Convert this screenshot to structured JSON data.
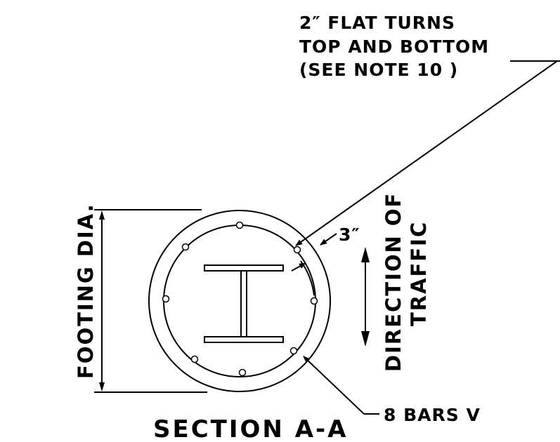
{
  "note": {
    "line1": "2″ FLAT TURNS",
    "line2": "TOP AND BOTTOM",
    "line3": "(SEE NOTE 10 )"
  },
  "cover_dimension": "3″",
  "footing_label": "FOOTING DIA.",
  "direction_label": {
    "line1": "DIRECTION OF",
    "line2": "TRAFFIC"
  },
  "bars_label": "8 BARS V",
  "section_title": "SECTION A-A"
}
